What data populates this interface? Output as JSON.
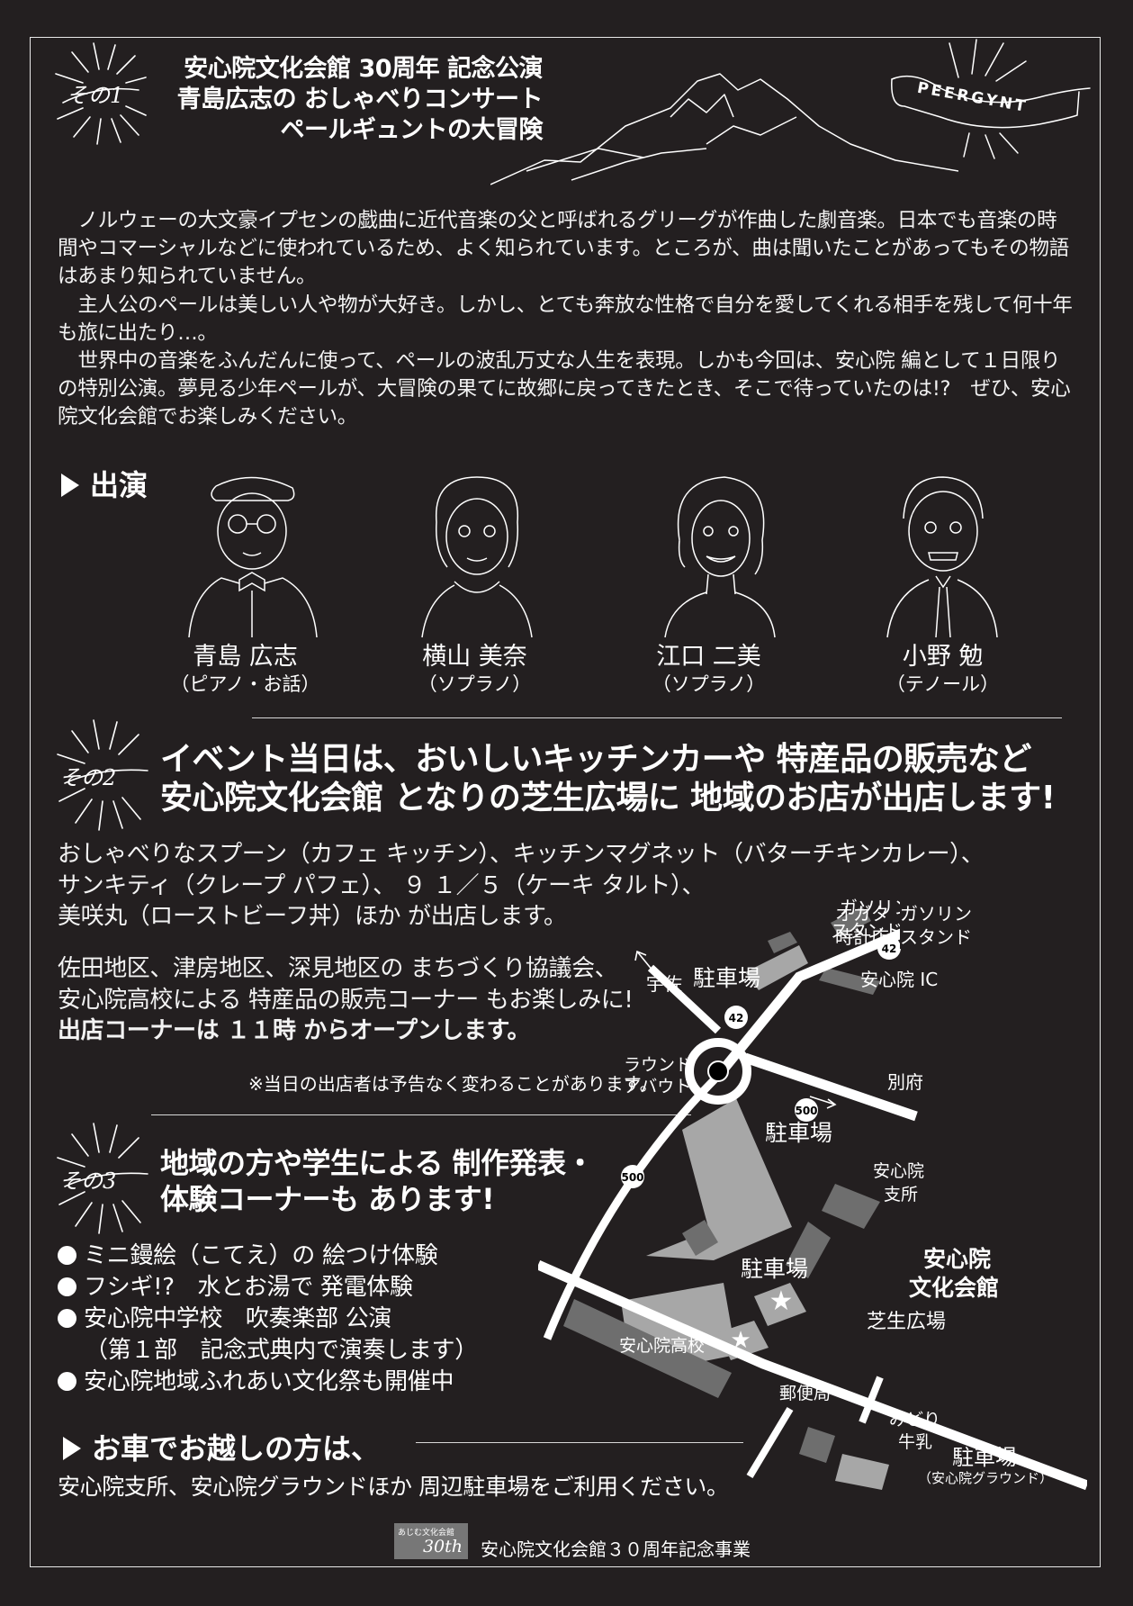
{
  "header": {
    "badge": "その1",
    "title_lines": [
      "安心院文化会館 30周年 記念公演",
      "青島広志の おしゃべりコンサート",
      "ペールギュントの大冒険"
    ],
    "logo_text": "PEERGYNT"
  },
  "intro": {
    "paragraphs": [
      "ノルウェーの大文豪イプセンの戯曲に近代音楽の父と呼ばれるグリーグが作曲した劇音楽。日本でも音楽の時間やコマーシャルなどに使われているため、よく知られています。ところが、曲は聞いたことがあってもその物語はあまり知られていません。",
      "主人公のペールは美しい人や物が大好き。しかし、とても奔放な性格で自分を愛してくれる相手を残して何十年も旅に出たり…。",
      "世界中の音楽をふんだんに使って、ペールの波乱万丈な人生を表現。しかも今回は、安心院 編として１日限りの特別公演。夢見る少年ペールが、大冒険の果てに故郷に戻ってきたとき、そこで待っていたのは!?　ぜひ、安心院文化会館でお楽しみください。"
    ]
  },
  "performers": {
    "heading": "出演",
    "list": [
      {
        "name": "青島 広志",
        "role": "（ピアノ・お話）"
      },
      {
        "name": "横山 美奈",
        "role": "（ソプラノ）"
      },
      {
        "name": "江口 二美",
        "role": "（ソプラノ）"
      },
      {
        "name": "小野 勉",
        "role": "（テノール）"
      }
    ]
  },
  "section2": {
    "badge": "その2",
    "heading_lines": [
      "イベント当日は、おいしいキッチンカーや 特産品の販売など",
      "安心院文化会館 となりの芝生広場に 地域のお店が出店します!"
    ],
    "shops_lines": [
      "おしゃべりなスプーン（カフェ キッチン）、キッチンマグネット（バターチキンカレー）、",
      "サンキティ（クレープ パフェ）、 ９ １／５（ケーキ タルト）、",
      "美咲丸（ローストビーフ丼）ほか が出店します。"
    ],
    "local_lines": [
      "佐田地区、津房地区、深見地区の まちづくり協議会、",
      "安心院高校による 特産品の販売コーナー もお楽しみに!"
    ],
    "open_time": "出店コーナーは １１時 からオープンします。",
    "note": "※当日の出店者は予告なく変わることがあります。"
  },
  "section3": {
    "badge": "その3",
    "heading_lines": [
      "地域の方や学生による 制作発表・",
      "体験コーナーも あります!"
    ],
    "bullets": [
      "ミニ鏝絵（こてえ）の 絵つけ体験",
      "フシギ!?　水とお湯で 発電体験",
      "安心院中学校　吹奏楽部 公演",
      "安心院地域ふれあい文化祭も開催中"
    ],
    "bullet_sub": "（第１部　記念式典内で演奏します）"
  },
  "car": {
    "heading": "お車でお越しの方は、",
    "text": "安心院支所、安心院グラウンドほか 周辺駐車場をご利用ください。"
  },
  "map": {
    "gas_clock": "オガタ\n時計店",
    "gas_stand": "ガソリン\nスタンド",
    "route42": "42",
    "ic": "安心院 IC",
    "usa": "宇佐",
    "parking": "駐車場",
    "roundabout_l1": "ラウンド",
    "roundabout_l2": "アバウト",
    "beppu": "別府",
    "route500": "500",
    "branch_l1": "安心院",
    "branch_l2": "支所",
    "hall_l1": "安心院",
    "hall_l2": "文化会館",
    "lawn": "芝生広場",
    "highschool": "安心院高校",
    "post": "郵便局",
    "milk_l1": "みどり",
    "milk_l2": "牛乳",
    "ground": "（安心院グラウンド）"
  },
  "footer": {
    "logo_small": "あじむ文化会館",
    "logo_big": "30th",
    "text": "安心院文化会館３０周年記念事業"
  }
}
